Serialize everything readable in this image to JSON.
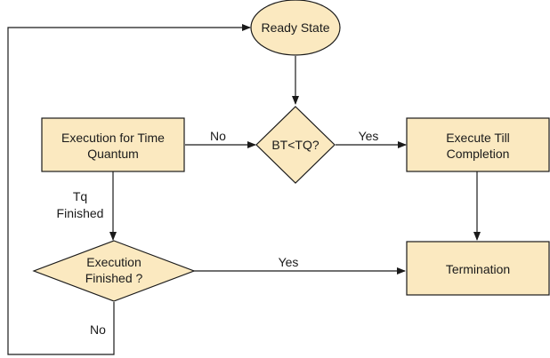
{
  "diagram": {
    "nodes": {
      "ready_state": {
        "line1": "Ready State"
      },
      "bt_tq": {
        "line1": "BT<TQ?"
      },
      "exec_time_quantum": {
        "line1": "Execution for Time",
        "line2": "Quantum"
      },
      "exec_till_completion": {
        "line1": "Execute Till",
        "line2": "Completion"
      },
      "exec_finished": {
        "line1": "Execution",
        "line2": "Finished ?"
      },
      "termination": {
        "line1": "Termination"
      }
    },
    "edges": {
      "no_to_quantum": "No",
      "yes_to_completion": "Yes",
      "tq_finished": {
        "line1": "Tq",
        "line2": "Finished"
      },
      "yes_to_termination": "Yes",
      "no_loop_back": "No"
    }
  }
}
